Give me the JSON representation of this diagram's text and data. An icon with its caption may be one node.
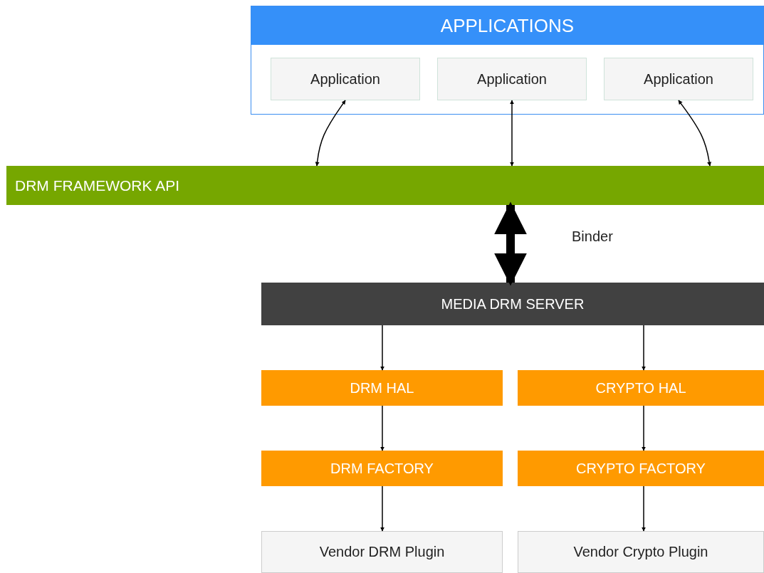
{
  "diagram": {
    "nodes": [
      {
        "text": [
          "APPLICATIONS"
        ]
      },
      {
        "text": [
          "Application"
        ],
        "in": 0
      },
      {
        "text": [
          "Application"
        ],
        "in": 0
      },
      {
        "text": [
          "Application"
        ],
        "in": 0
      },
      {
        "text": [
          "DRM FRAMEWORK API"
        ]
      },
      {
        "text": [
          "MEDIA DRM SERVER"
        ]
      },
      {
        "text": [
          "DRM HAL"
        ]
      },
      {
        "text": [
          "CRYPTO HAL"
        ]
      },
      {
        "text": [
          "DRM FACTORY"
        ]
      },
      {
        "text": [
          "CRYPTO FACTORY"
        ]
      },
      {
        "text": [
          "Vendor DRM Plugin"
        ]
      },
      {
        "text": [
          "Vendor Crypto Plugin"
        ]
      }
    ],
    "edges": [
      {
        "from": 1,
        "to": 4,
        "arrow": "both"
      },
      {
        "from": 2,
        "to": 4,
        "arrow": "both"
      },
      {
        "from": 3,
        "to": 4,
        "arrow": "both"
      },
      {
        "from": 4,
        "to": 5,
        "arrow": "both",
        "label": "Binder",
        "style": "thick"
      },
      {
        "from": 5,
        "to": 6,
        "arrow": "to"
      },
      {
        "from": 5,
        "to": 7,
        "arrow": "to"
      },
      {
        "from": 6,
        "to": 8,
        "arrow": "to"
      },
      {
        "from": 7,
        "to": 9,
        "arrow": "to"
      },
      {
        "from": 8,
        "to": 10,
        "arrow": "to"
      },
      {
        "from": 9,
        "to": 11,
        "arrow": "to"
      }
    ]
  }
}
